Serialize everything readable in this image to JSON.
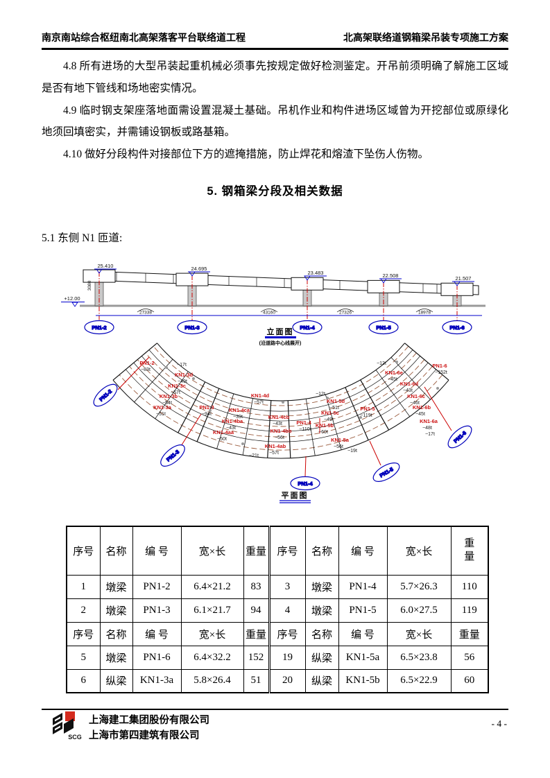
{
  "header": {
    "left": "南京南站综合枢纽南北高架落客平台联络道工程",
    "right": "北高架联络道钢箱梁吊装专项施工方案"
  },
  "body": {
    "p48": "4.8 所有进场的大型吊装起重机械必须事先按规定做好检测鉴定。开吊前须明确了解施工区域是否有地下管线和场地密实情况。",
    "p49": "4.9 临时钢支架座落地面需设置混凝土基础。吊机作业和构件进场区域曾为开挖部位或原绿化地须回填密实，并需铺设钢板或路基箱。",
    "p410": "4.10 做好分段构件对接部位下方的遮掩措施，防止焊花和熔渣下坠伤人伤物。",
    "section_title": "5.  钢箱梁分段及相关数据",
    "subsection": "5.1 东侧 N1 匝道:"
  },
  "elevation": {
    "title": "立面图",
    "subtitle": "(沿道路中心线展开)",
    "ground_level": "+12.00",
    "height_dim": "3080",
    "levels": [
      "25.410",
      "24.695",
      "23.483",
      "22.508",
      "21.507"
    ],
    "spans": [
      "27338",
      "43160",
      "27326",
      "18978"
    ],
    "piers": [
      "PN1-2",
      "PN1-3",
      "PN1-4",
      "PN1-5",
      "PN1-6"
    ]
  },
  "plan": {
    "title": "平面图",
    "labels": [
      {
        "n": "PN1-2",
        "w": "~83t"
      },
      {
        "n": "",
        "w": "~17t"
      },
      {
        "n": "KN1-3d",
        "w": "~49t"
      },
      {
        "n": "KN1-3c",
        "w": "~57t"
      },
      {
        "n": "KN1-3b",
        "w": "~54t"
      },
      {
        "n": "KN1-3a",
        "w": "~51t"
      },
      {
        "n": "PN1-3",
        "w": "~94t"
      },
      {
        "n": "KN1-4d",
        "w": "~57t"
      },
      {
        "n": "KN1-4ca",
        "w": "~39t"
      },
      {
        "n": "KN1-4cb",
        "w": "~43t"
      },
      {
        "n": "KN1-4ba",
        "w": "~43t"
      },
      {
        "n": "KN1-4bb",
        "w": "~56t"
      },
      {
        "n": "KN1-4aa",
        "w": "~50t"
      },
      {
        "n": "KN1-4ab",
        "w": "~57t"
      },
      {
        "n": "",
        "w": "~21t"
      },
      {
        "n": "PN1-4",
        "w": "~110t"
      },
      {
        "n": "",
        "w": "~12t"
      },
      {
        "n": "KN1-5d",
        "w": "~51t"
      },
      {
        "n": "KN1-5c",
        "w": "~49t"
      },
      {
        "n": "KN1-5b",
        "w": "~60t"
      },
      {
        "n": "KN1-5a",
        "w": "~56t"
      },
      {
        "n": "",
        "w": "~19t"
      },
      {
        "n": "PN1-5",
        "w": "~119t"
      },
      {
        "n": "",
        "w": "~12t"
      },
      {
        "n": "KN1-6e",
        "w": "~45t"
      },
      {
        "n": "KN1-6d",
        "w": "~43t"
      },
      {
        "n": "KN1-6c",
        "w": "~46t"
      },
      {
        "n": "KN1-6b",
        "w": "~45t"
      },
      {
        "n": "KN1-6a",
        "w": "~48t"
      },
      {
        "n": "",
        "w": "~17t"
      },
      {
        "n": "PN1-6",
        "w": "~152t"
      }
    ]
  },
  "table": {
    "h": [
      "序号",
      "名称",
      "编  号",
      "宽×长",
      "重量",
      "序号",
      "名称",
      "编  号",
      "宽×长",
      "重量"
    ],
    "rows": [
      [
        "1",
        "墩梁",
        "PN1-2",
        "6.4×21.2",
        "83",
        "3",
        "墩梁",
        "PN1-4",
        "5.7×26.3",
        "110"
      ],
      [
        "2",
        "墩梁",
        "PN1-3",
        "6.1×21.7",
        "94",
        "4",
        "墩梁",
        "PN1-5",
        "6.0×27.5",
        "119"
      ],
      [
        "5",
        "墩梁",
        "PN1-6",
        "6.4×32.2",
        "152",
        "19",
        "纵梁",
        "KN1-5a",
        "6.5×23.8",
        "56"
      ],
      [
        "6",
        "纵梁",
        "KN1-3a",
        "5.8×26.4",
        "51",
        "20",
        "纵梁",
        "KN1-5b",
        "6.5×22.9",
        "60"
      ]
    ]
  },
  "footer": {
    "company1": "上海建工集团股份有限公司",
    "company2": "上海市第四建筑有限公司",
    "logo": "SCG",
    "page": "- 4 -"
  }
}
